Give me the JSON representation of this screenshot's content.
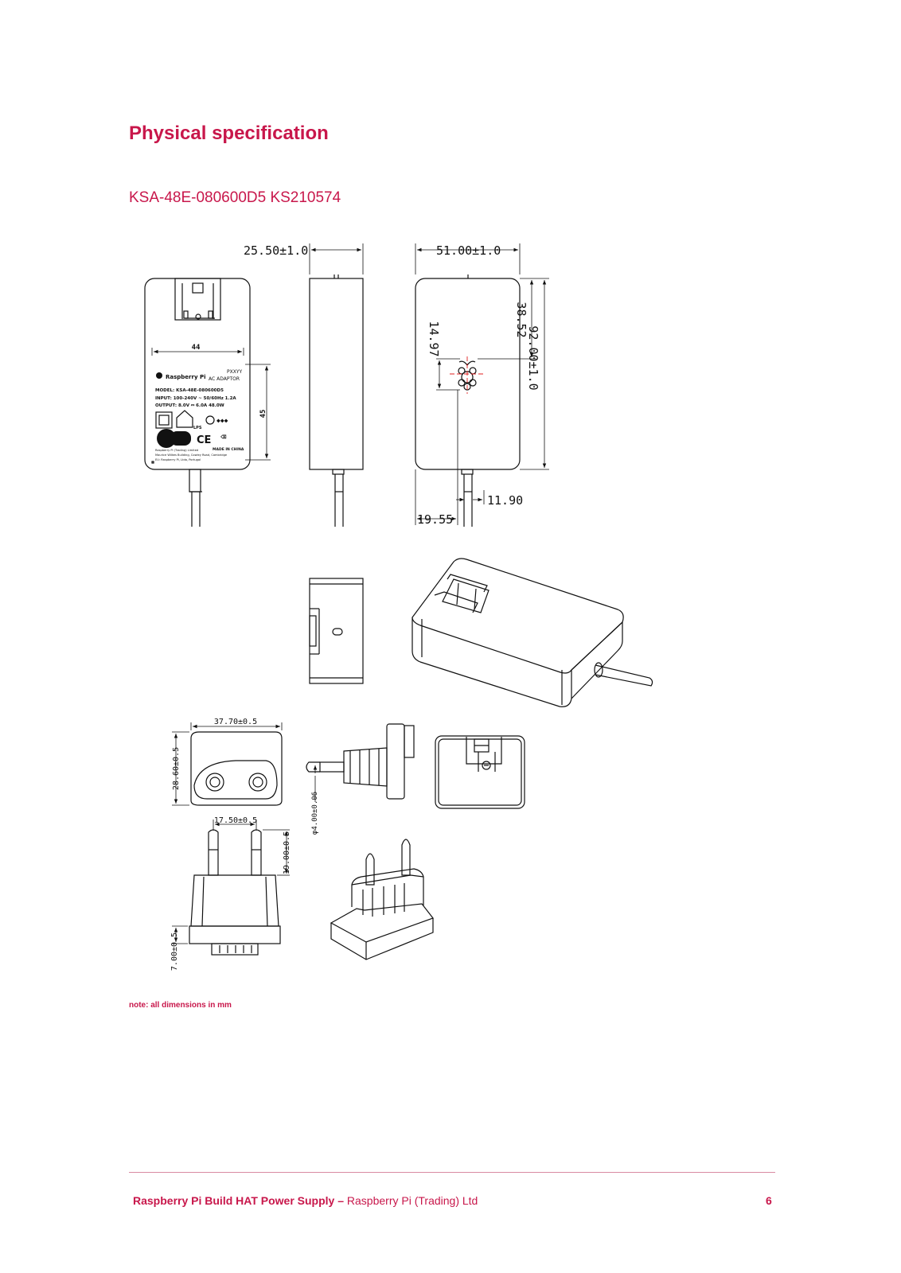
{
  "page": {
    "title": "Physical specification",
    "subtitle": "KSA-48E-080600D5 KS210574",
    "note": "note: all dimensions in mm",
    "footer": {
      "product": "Raspberry Pi Build HAT Power Supply –",
      "company": "Raspberry Pi (Trading) Ltd",
      "page_number": "6"
    }
  },
  "colors": {
    "accent": "#c8174b",
    "line": "#111111",
    "crosshair": "#e02020"
  },
  "drawing": {
    "dimensions": {
      "depth": "25.50±1.0",
      "width": "51.00±1.0",
      "height": "92.00±1.0",
      "logo_offset": "38.52",
      "logo_size": "14.97",
      "cable_dia": "11.90",
      "cable_offset": "19.55",
      "label_width": "44",
      "label_height": "45",
      "adapter_width": "37.70±0.5",
      "adapter_height": "28.60±0.5",
      "pin_dia": "φ4.00±0.06",
      "pin_pitch": "17.50±0.5",
      "pin_length": "19.00±0.5",
      "base_height": "7.00±0.5"
    },
    "label": {
      "brand": "Raspberry Pi",
      "model_code": "PXXYY",
      "type": "AC ADAPTOR",
      "model": "MODEL: KSA-48E-080600D5",
      "input": "INPUT: 100-240V ~ 50/60Hz 1.2A",
      "output": "OUTPUT: 8.0V ⎓ 6.0A 48.0W",
      "lps": "LPS",
      "ce": "CE",
      "made_in": "MADE IN CHINA",
      "company_line1": "Raspberry Pi (Trading) Limited",
      "company_line2": "Maurice Wilkes Building, Cowley Road, Cambridge",
      "company_line3": "EU: Raspberry Pi, Ltda, Portugal"
    }
  }
}
